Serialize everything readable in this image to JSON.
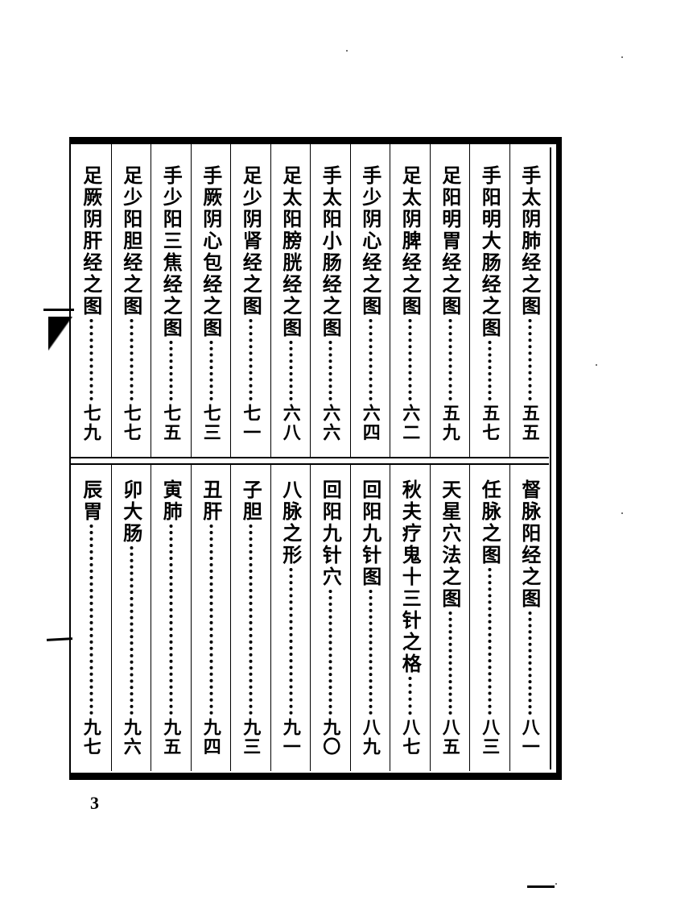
{
  "contents_top": [
    {
      "title": "手太阴肺经之图",
      "page": "五五"
    },
    {
      "title": "手阳明大肠经之图",
      "page": "五七"
    },
    {
      "title": "足阳明胃经之图",
      "page": "五九"
    },
    {
      "title": "足太阴脾经之图",
      "page": "六二"
    },
    {
      "title": "手少阴心经之图",
      "page": "六四"
    },
    {
      "title": "手太阳小肠经之图",
      "page": "六六"
    },
    {
      "title": "足太阳膀胱经之图",
      "page": "六八"
    },
    {
      "title": "足少阴肾经之图",
      "page": "七一"
    },
    {
      "title": "手厥阴心包经之图",
      "page": "七三"
    },
    {
      "title": "手少阳三焦经之图",
      "page": "七五"
    },
    {
      "title": "足少阳胆经之图",
      "page": "七七"
    },
    {
      "title": "足厥阴肝经之图",
      "page": "七九"
    }
  ],
  "contents_bottom": [
    {
      "title": "督脉阳经之图",
      "page": "八一"
    },
    {
      "title": "任脉之图",
      "page": "八三"
    },
    {
      "title": "天星穴法之图",
      "page": "八五"
    },
    {
      "title": "秋夫疗鬼十三针之格",
      "page": "八七"
    },
    {
      "title": "回阳九针图",
      "page": "八九"
    },
    {
      "title": "回阳九针穴",
      "page": "九〇"
    },
    {
      "title": "八脉之形",
      "page": "九一"
    },
    {
      "title": "子胆",
      "page": "九三"
    },
    {
      "title": "丑肝",
      "page": "九四"
    },
    {
      "title": "寅肺",
      "page": "九五"
    },
    {
      "title": "卯大肠",
      "page": "九六"
    },
    {
      "title": "辰胃",
      "page": "九七"
    }
  ],
  "folio": "3"
}
